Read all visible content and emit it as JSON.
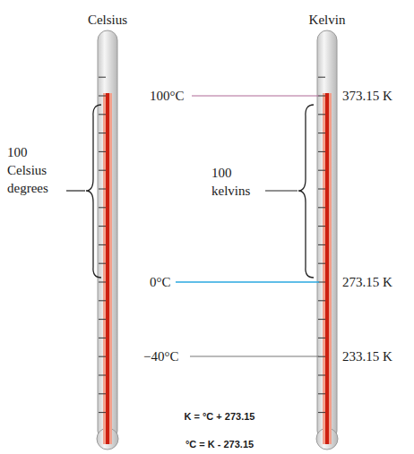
{
  "diagram": {
    "labels": [
      "Celsius",
      "Kelvin",
      "100°C",
      "373.15 K",
      "100 Celsius degrees",
      "100 kelvins",
      "0°C",
      "273.15 K",
      "−40°C",
      "233.15 K",
      "K = °C + 273.15",
      "°C = K - 273.15"
    ]
  }
}
